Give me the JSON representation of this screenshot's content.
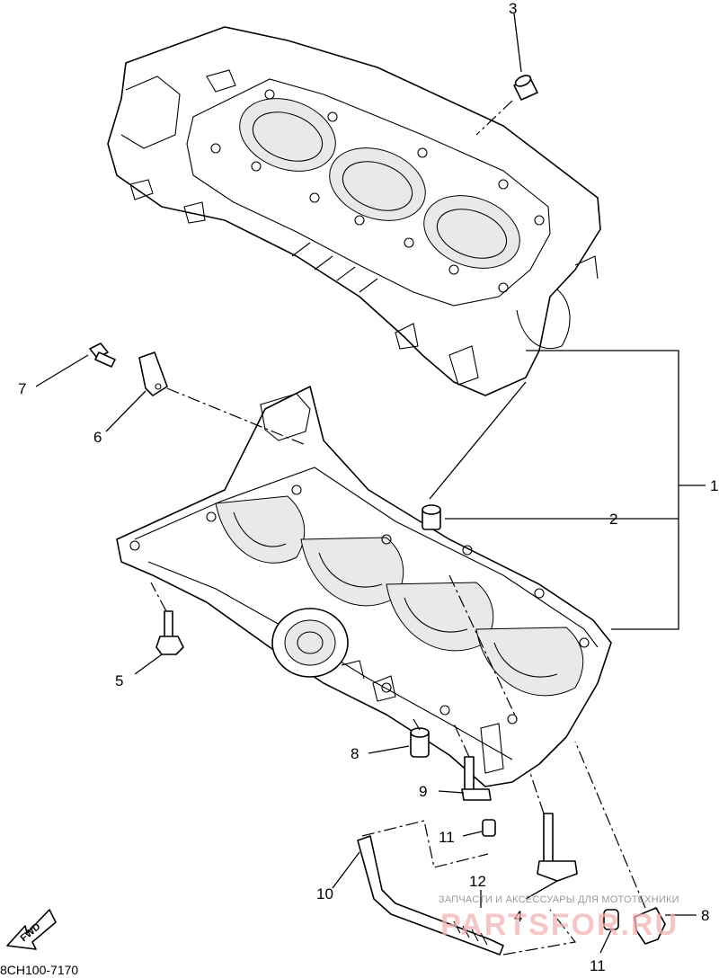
{
  "diagram": {
    "callouts": [
      {
        "id": "c1",
        "text": "1"
      },
      {
        "id": "c2",
        "text": "2"
      },
      {
        "id": "c3",
        "text": "3"
      },
      {
        "id": "c4",
        "text": "4"
      },
      {
        "id": "c5",
        "text": "5"
      },
      {
        "id": "c6",
        "text": "6"
      },
      {
        "id": "c7",
        "text": "7"
      },
      {
        "id": "c8a",
        "text": "8"
      },
      {
        "id": "c8b",
        "text": "8"
      },
      {
        "id": "c9",
        "text": "9"
      },
      {
        "id": "c10",
        "text": "10"
      },
      {
        "id": "c11a",
        "text": "11"
      },
      {
        "id": "c11b",
        "text": "11"
      },
      {
        "id": "c12",
        "text": "12"
      }
    ],
    "drawing_code": "8CH100-7170",
    "fwd_label": "FWD",
    "watermark": {
      "tagline": "ЗАПЧАСТИ И АКСЕССУАРЫ ДЛЯ МОТОТЕХНИКИ",
      "brand": "PARTSFOR.RU"
    }
  }
}
